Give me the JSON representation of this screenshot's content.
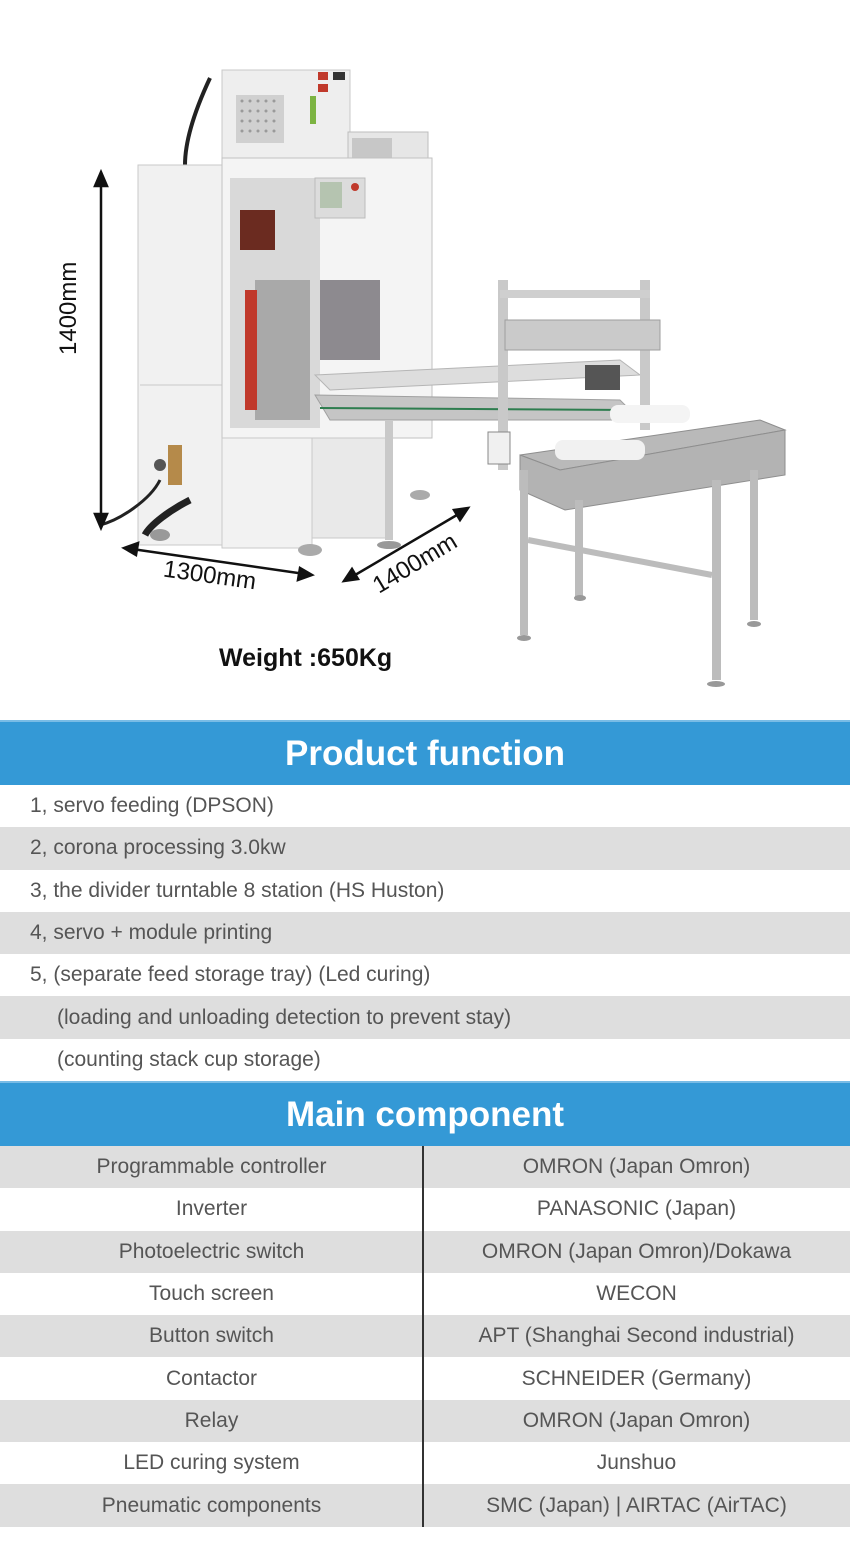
{
  "hero": {
    "dimensions": {
      "height": "1400mm",
      "width": "1300mm",
      "depth": "1400mm"
    },
    "weight": "Weight :650Kg",
    "image_alt": "printing-machine-photo"
  },
  "colors": {
    "header_bg": "#3499d6",
    "row_alt_bg": "#dedede",
    "text": "#555555"
  },
  "product_function": {
    "title": "Product function",
    "items": [
      "1, servo feeding (DPSON)",
      "2, corona processing 3.0kw",
      "3, the divider turntable 8 station (HS Huston)",
      "4, servo + module printing",
      "5, (separate feed storage tray) (Led curing)",
      "(loading and unloading detection to prevent stay)",
      "(counting stack cup storage)"
    ]
  },
  "main_component": {
    "title": "Main component",
    "rows": [
      {
        "name": "Programmable controller",
        "brand": "OMRON (Japan Omron)"
      },
      {
        "name": "Inverter",
        "brand": "PANASONIC (Japan)"
      },
      {
        "name": "Photoelectric switch",
        "brand": "OMRON (Japan Omron)/Dokawa"
      },
      {
        "name": "Touch screen",
        "brand": "WECON"
      },
      {
        "name": "Button switch",
        "brand": "APT (Shanghai Second industrial)"
      },
      {
        "name": "Contactor",
        "brand": "SCHNEIDER (Germany)"
      },
      {
        "name": "Relay",
        "brand": "OMRON (Japan Omron)"
      },
      {
        "name": "LED curing system",
        "brand": "Junshuo"
      },
      {
        "name": "Pneumatic components",
        "brand": "SMC (Japan) | AIRTAC (AirTAC)"
      }
    ]
  }
}
